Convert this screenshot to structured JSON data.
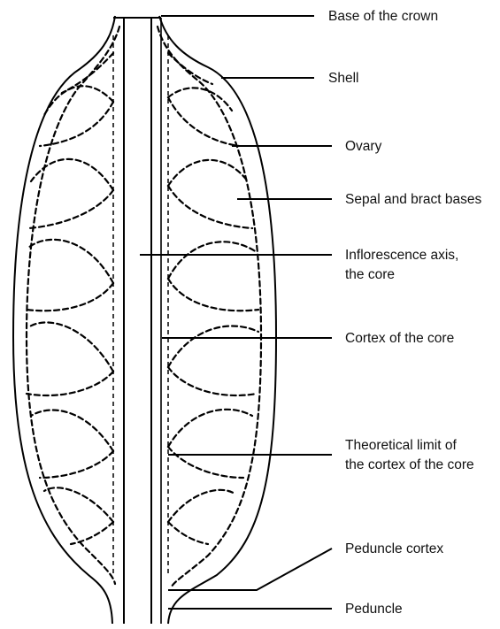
{
  "labels": {
    "base_of_crown": "Base of the crown",
    "shell": "Shell",
    "ovary": "Ovary",
    "sepal_bract": "Sepal and bract bases",
    "inflorescence_1": "Inflorescence axis,",
    "inflorescence_2": "the core",
    "cortex_core": "Cortex of the core",
    "theoretical_1": "Theoretical limit of",
    "theoretical_2": "the cortex of the core",
    "peduncle_cortex": "Peduncle cortex",
    "peduncle": "Peduncle"
  }
}
